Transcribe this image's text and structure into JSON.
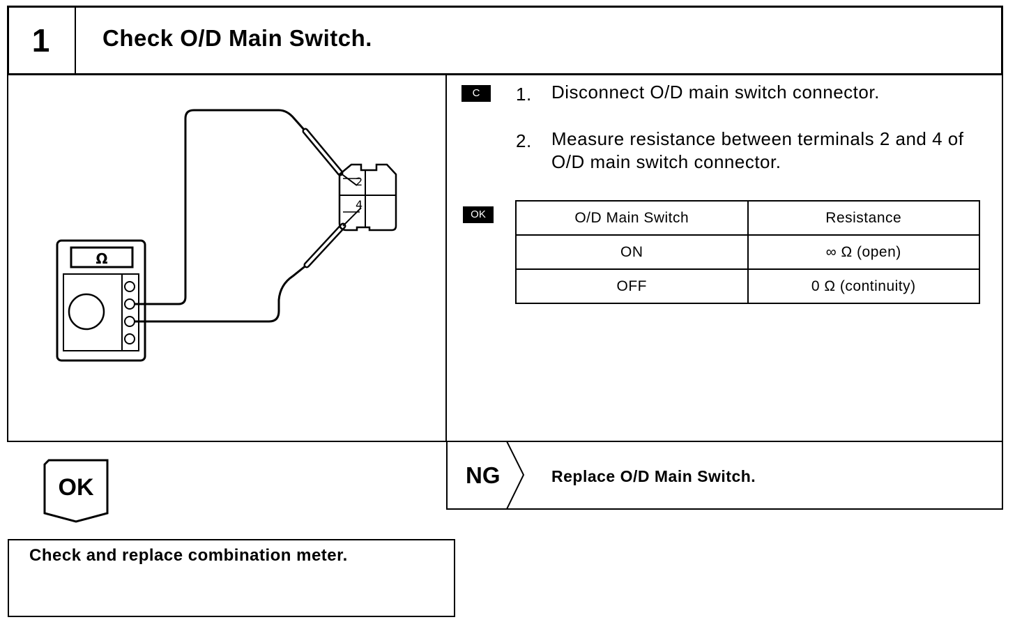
{
  "header": {
    "step_number": "1",
    "title": "Check O/D Main Switch."
  },
  "diagram": {
    "meter_symbol": "Ω",
    "terminal_a": "2",
    "terminal_b": "4"
  },
  "instructions": {
    "badge": "C",
    "steps": [
      {
        "num": "1.",
        "text": "Disconnect O/D main switch connector."
      },
      {
        "num": "2.",
        "text": "Measure resistance between terminals 2 and 4 of O/D main switch connector."
      }
    ]
  },
  "spec": {
    "badge": "OK",
    "columns": [
      "O/D Main Switch",
      "Resistance"
    ],
    "rows": [
      [
        "ON",
        "∞ Ω (open)"
      ],
      [
        "OFF",
        "0 Ω (continuity)"
      ]
    ]
  },
  "results": {
    "ok_label": "OK",
    "ok_action": "Check and replace combination meter.",
    "ng_label": "NG",
    "ng_action": "Replace O/D Main Switch."
  }
}
